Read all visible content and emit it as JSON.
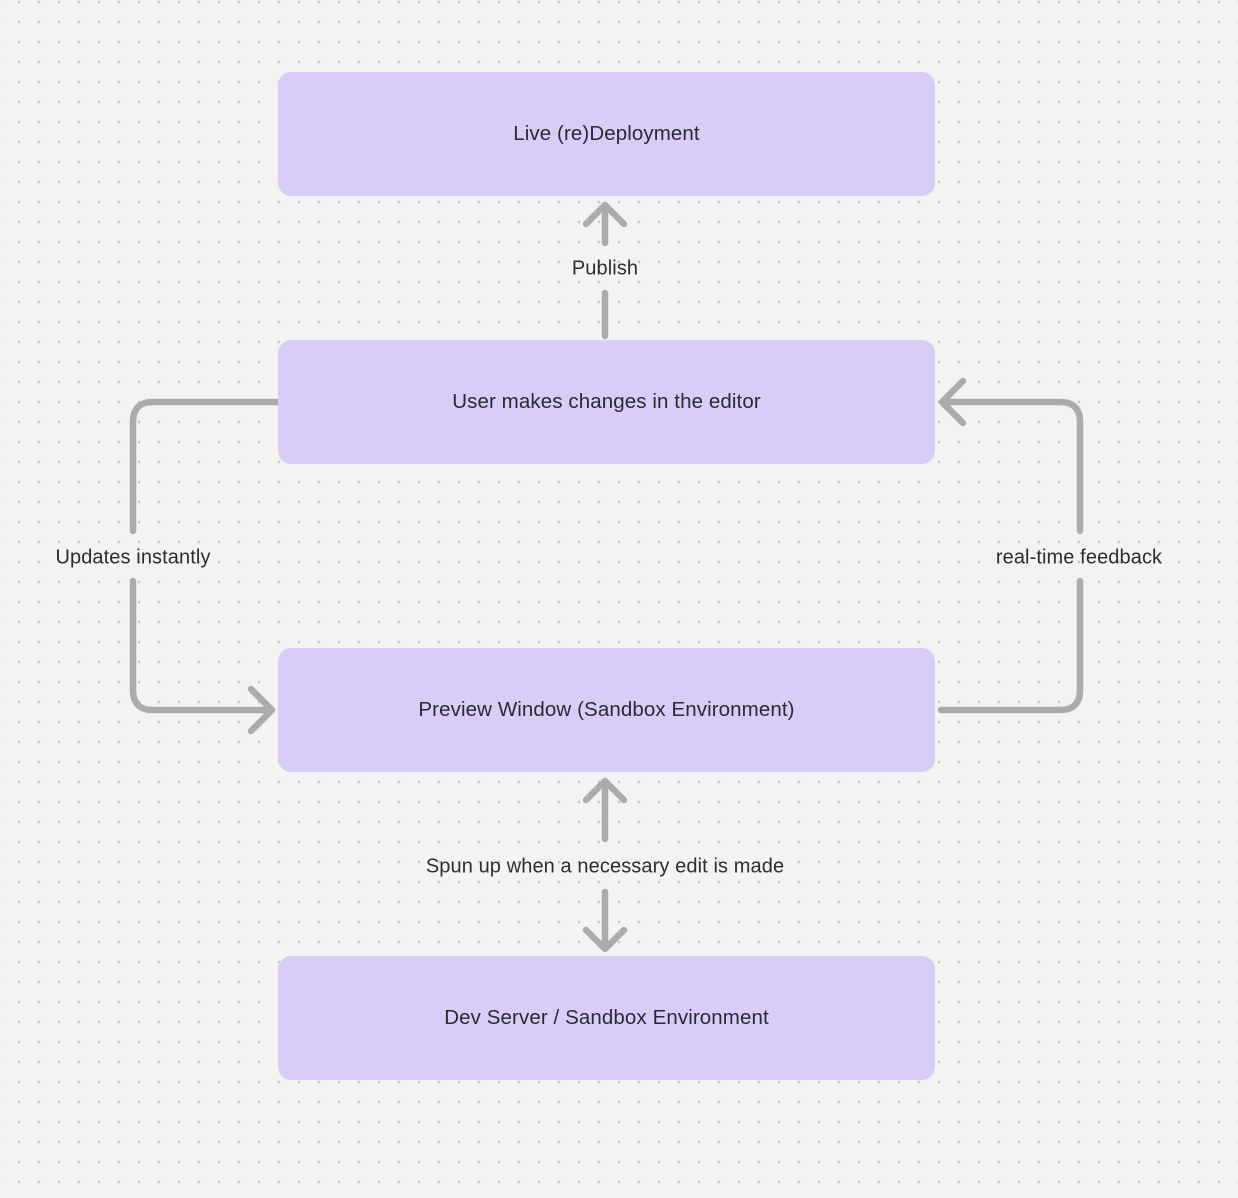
{
  "diagram": {
    "nodes": [
      {
        "id": "live-deployment",
        "label": "Live (re)Deployment"
      },
      {
        "id": "user-edits",
        "label": "User makes changes in the editor"
      },
      {
        "id": "preview-window",
        "label": "Preview Window (Sandbox Environment)"
      },
      {
        "id": "dev-server",
        "label": "Dev Server / Sandbox Environment"
      }
    ],
    "edges": [
      {
        "id": "publish",
        "from": "user-edits",
        "to": "live-deployment",
        "label": "Publish",
        "direction": "up"
      },
      {
        "id": "updates-instantly",
        "from": "user-edits",
        "to": "preview-window",
        "label": "Updates instantly",
        "direction": "left-loop"
      },
      {
        "id": "realtime-feedback",
        "from": "preview-window",
        "to": "user-edits",
        "label": "real-time feedback",
        "direction": "right-loop"
      },
      {
        "id": "spun-up",
        "from": "preview-window",
        "to": "dev-server",
        "label": "Spun up when a necessary edit is made",
        "direction": "bidirectional"
      }
    ],
    "colors": {
      "background": "#f3f3f1",
      "dot": "#c7c7c5",
      "node_fill": "#d7cdf7",
      "node_text": "#2b2933",
      "arrow": "#ababab",
      "label_text": "#2d2d2d"
    }
  }
}
